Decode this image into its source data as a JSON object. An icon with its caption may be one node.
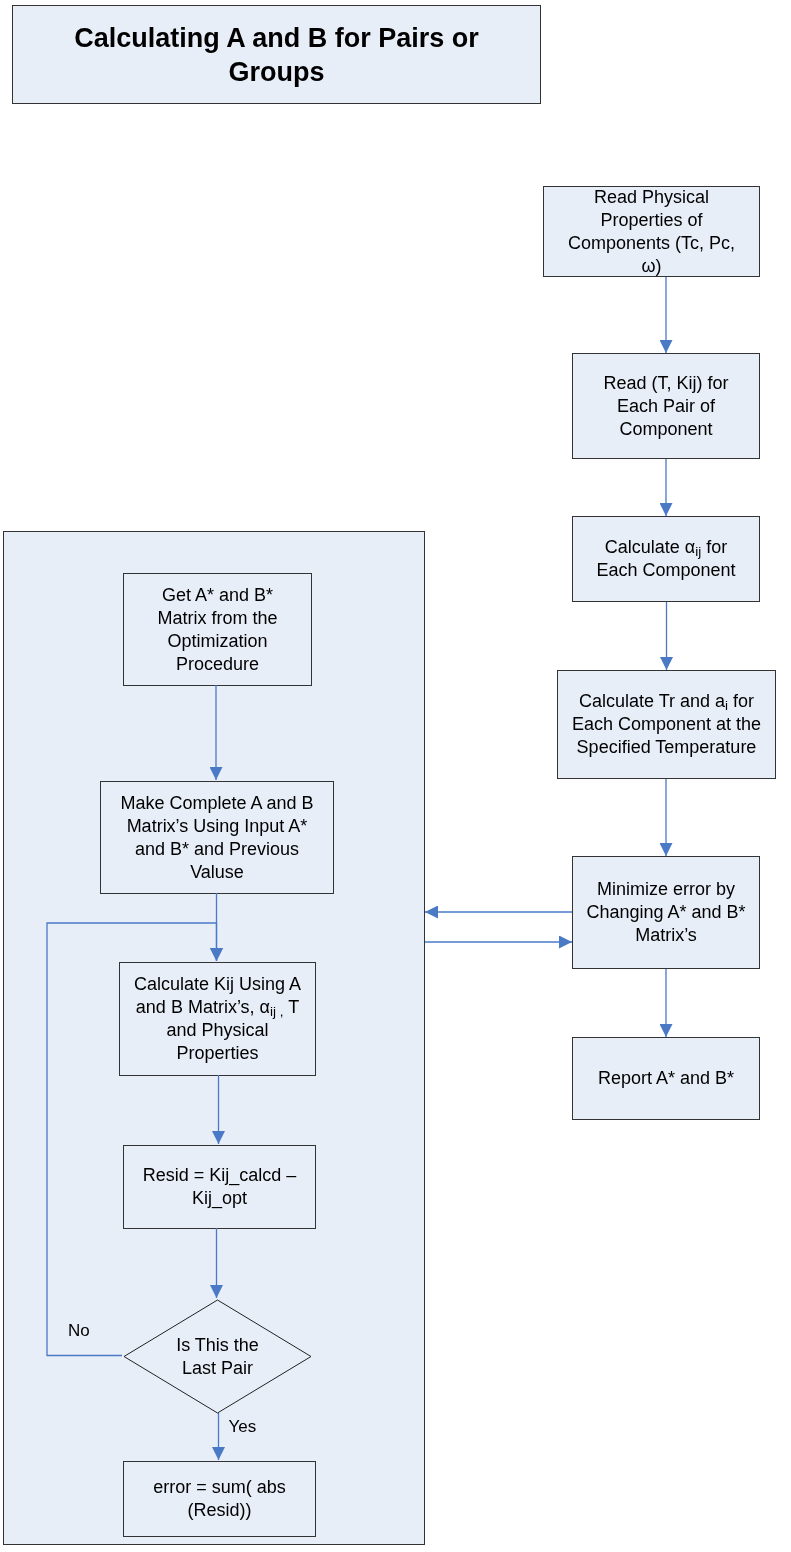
{
  "diagram": {
    "title": "Calculating A and B for Pairs or Groups",
    "nodes": [
      {
        "text": [
          "Read Physical Properties of Components (Tc, Pc, ω)"
        ]
      },
      {
        "text": [
          "Read (T, Kij) for Each Pair of Component"
        ]
      },
      {
        "text": [
          "Calculate α$_{ij}$ for Each Component"
        ]
      },
      {
        "text": [
          "Calculate Tr and a$_{i}$ for Each Component at the Specified Temperature"
        ]
      },
      {
        "text": [
          "Minimize error by Changing A* and B* Matrix’s"
        ]
      },
      {
        "text": [
          "Report A* and B*"
        ]
      },
      {
        "text": [],
        "shape": "box"
      },
      {
        "text": [
          "Get A* and B* Matrix from the Optimization Procedure"
        ],
        "in": 6
      },
      {
        "text": [
          "Make Complete A and B Matrix’s Using Input A* and B* and Previous Valuse"
        ],
        "in": 6
      },
      {
        "text": [
          "Calculate Kij Using A and B Matrix’s, α$_{ij ,}$ T and Physical Properties"
        ],
        "in": 6
      },
      {
        "text": [
          "Resid = Kij_calcd – Kij_opt"
        ],
        "in": 6
      },
      {
        "text": [
          "Is This the Last Pair"
        ],
        "in": 6
      },
      {
        "text": [
          "error = sum( abs (Resid))"
        ],
        "in": 6
      }
    ],
    "edges": [
      {
        "from": 0,
        "to": 1,
        "arrow": "to"
      },
      {
        "from": 1,
        "to": 2,
        "arrow": "to"
      },
      {
        "from": 2,
        "to": 3,
        "arrow": "to"
      },
      {
        "from": 3,
        "to": 4,
        "arrow": "to"
      },
      {
        "from": 4,
        "to": 5,
        "arrow": "to"
      },
      {
        "from": 4,
        "to": 6,
        "arrow": "to"
      },
      {
        "from": 6,
        "to": 4,
        "arrow": "to"
      },
      {
        "from": 7,
        "to": 8,
        "arrow": "to"
      },
      {
        "from": 8,
        "to": 9,
        "arrow": "to"
      },
      {
        "from": 9,
        "to": 10,
        "arrow": "to"
      },
      {
        "from": 10,
        "to": 11,
        "arrow": "to"
      },
      {
        "from": 11,
        "to": 9,
        "arrow": "to",
        "label": "No"
      },
      {
        "from": 11,
        "to": 12,
        "arrow": "to",
        "label": "Yes"
      }
    ]
  }
}
